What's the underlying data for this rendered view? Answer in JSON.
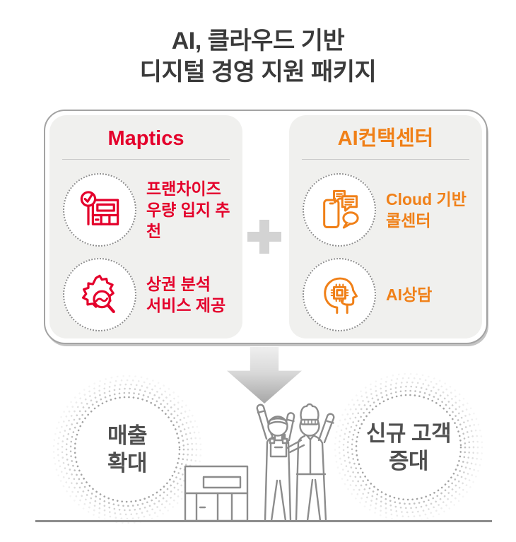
{
  "title": {
    "line1": "AI, 클라우드 기반",
    "line2": "디지털 경영 지원 패키지"
  },
  "left_card": {
    "header": "Maptics",
    "items": [
      {
        "icon": "store-check-icon",
        "label": "프랜차이즈\n우량 입지 추천"
      },
      {
        "icon": "map-search-icon",
        "label": "상권 분석\n서비스 제공"
      }
    ]
  },
  "right_card": {
    "header": "AI컨택센터",
    "items": [
      {
        "icon": "phone-chat-icon",
        "label": "Cloud 기반\n콜센터"
      },
      {
        "icon": "head-chip-icon",
        "label": "AI상담"
      }
    ]
  },
  "connector": {
    "symbol": "plus"
  },
  "outcomes": [
    {
      "label": "매출\n확대"
    },
    {
      "label": "신규 고객\n증대"
    }
  ],
  "illustration": "two-store-owners-cheering-next-to-counter",
  "colors": {
    "red": "#e4002b",
    "orange": "#f08018",
    "title_gray": "#3a3a3a",
    "outcome_gray": "#4f4f4f",
    "card_bg": "#f0f0ee",
    "card_border": "#a3a3a3",
    "plus_gray": "#d3d3d3",
    "line_gray": "#8c8c8c"
  }
}
